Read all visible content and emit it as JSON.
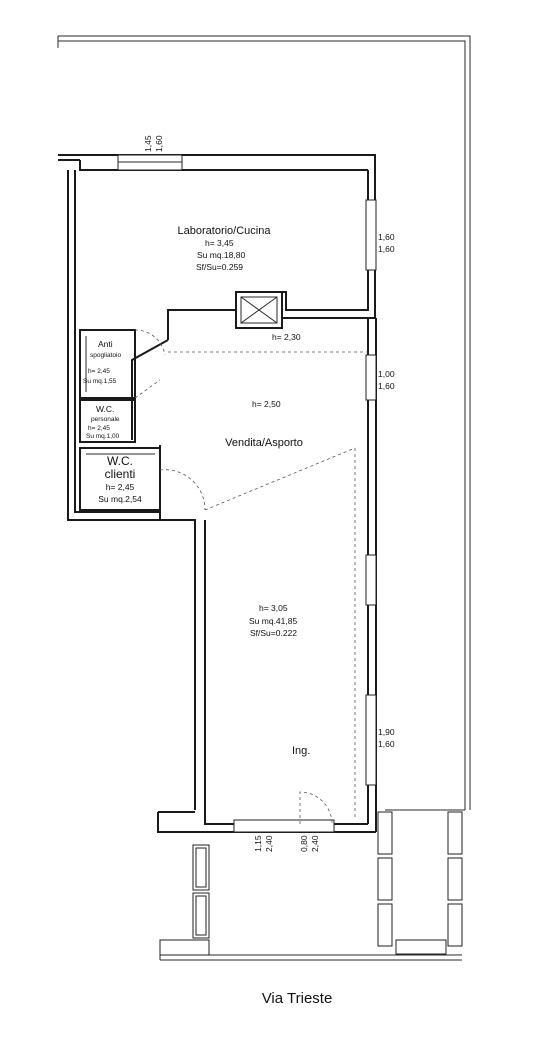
{
  "rooms": {
    "laboratorio": {
      "name": "Laboratorio/Cucina",
      "height": "h= 3,45",
      "area": "Su mq.18,80",
      "ratio": "Sf/Su=0.259"
    },
    "anti": {
      "name": "Anti",
      "sub": "spogliatoio",
      "height": "h= 2,45",
      "area": "Su mq.1,55"
    },
    "wc_personale": {
      "name": "W.C.",
      "sub": "personale",
      "height": "h= 2,45",
      "area": "Su mq.1,00"
    },
    "wc_clienti": {
      "name1": "W.C.",
      "name2": "clienti",
      "height": "h= 2,45",
      "area": "Su mq.2,54"
    },
    "vendita": {
      "name": "Vendita/Asporto",
      "height_upper": "h= 2,50",
      "height": "h= 3,05",
      "area": "Su mq.41,85",
      "ratio": "Sf/Su=0.222"
    },
    "corridor": {
      "height": "h= 2,30"
    },
    "entrance": {
      "label": "Ing."
    }
  },
  "dimensions": {
    "top_window": [
      "1,45",
      "1,60"
    ],
    "right_window_1": [
      "1,60",
      "1,60"
    ],
    "right_window_2": [
      "1,00",
      "1,60"
    ],
    "right_window_3": [
      "1,90",
      "1,60"
    ],
    "bottom_left": [
      "1,15",
      "2,40"
    ],
    "bottom_right": [
      "0,80",
      "2,40"
    ]
  },
  "street": {
    "name": "Via Trieste"
  }
}
